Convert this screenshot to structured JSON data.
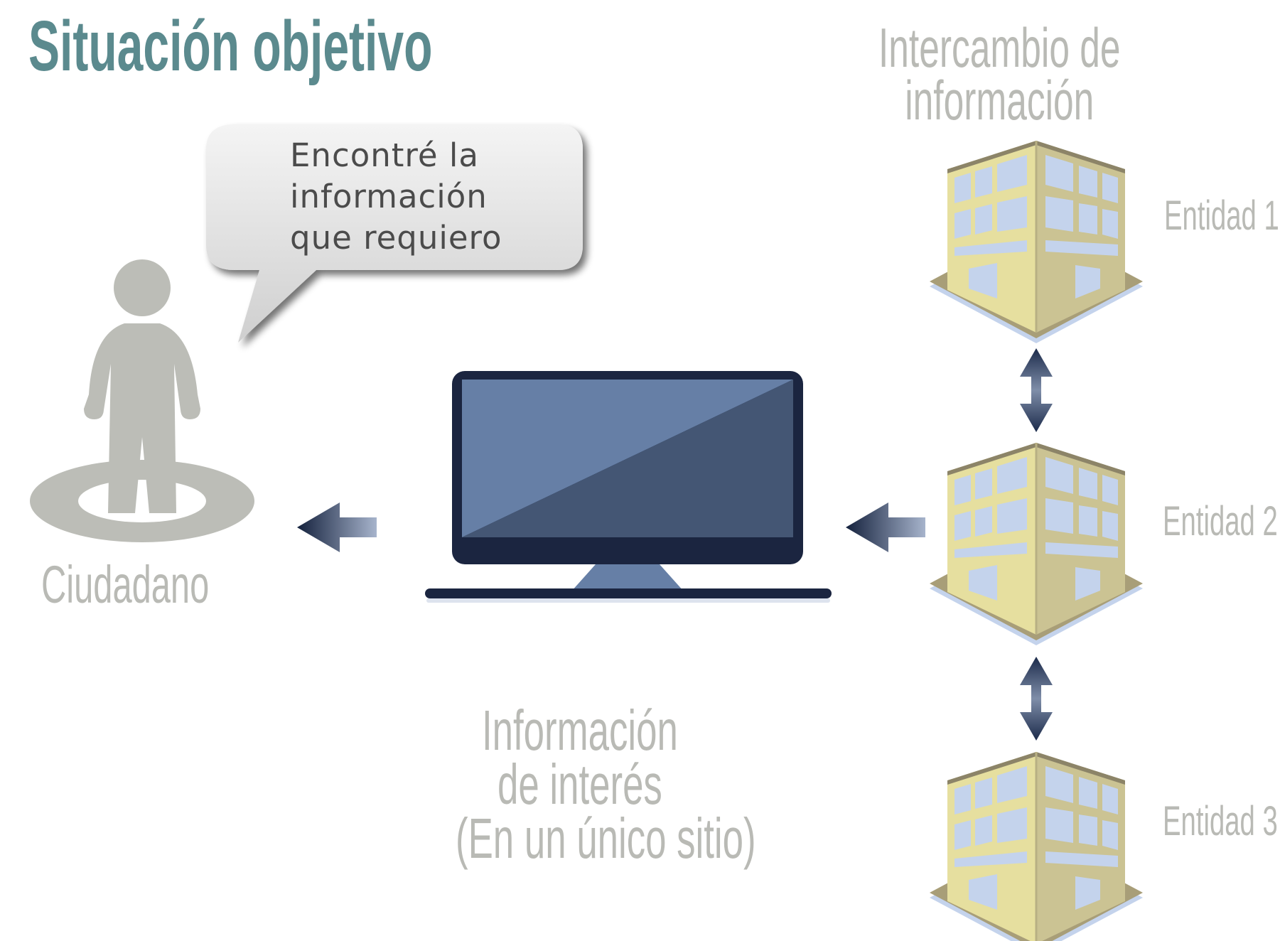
{
  "title": "Situación objetivo",
  "exchange": {
    "line1": "Intercambio de",
    "line2": "información"
  },
  "bubble": {
    "line1": "Encontré la",
    "line2": "información",
    "line3": "que requiero"
  },
  "citizen_label": "Ciudadano",
  "entities": [
    "Entidad 1",
    "Entidad 2",
    "Entidad 3"
  ],
  "info": {
    "line1": "Información",
    "line2": "de interés",
    "line3": "(En un único sitio)"
  },
  "colors": {
    "title": "#5b8a8e",
    "label_gray": "#b9bab5",
    "person": "#bcbdb7",
    "monitor_frame": "#1b2540",
    "screen_light": "#667fa6",
    "screen_dark": "#445674",
    "building_front": "#e6df9f",
    "building_side": "#cbc393",
    "window": "#c4d3ec",
    "arrow": "#1b2a4a"
  }
}
